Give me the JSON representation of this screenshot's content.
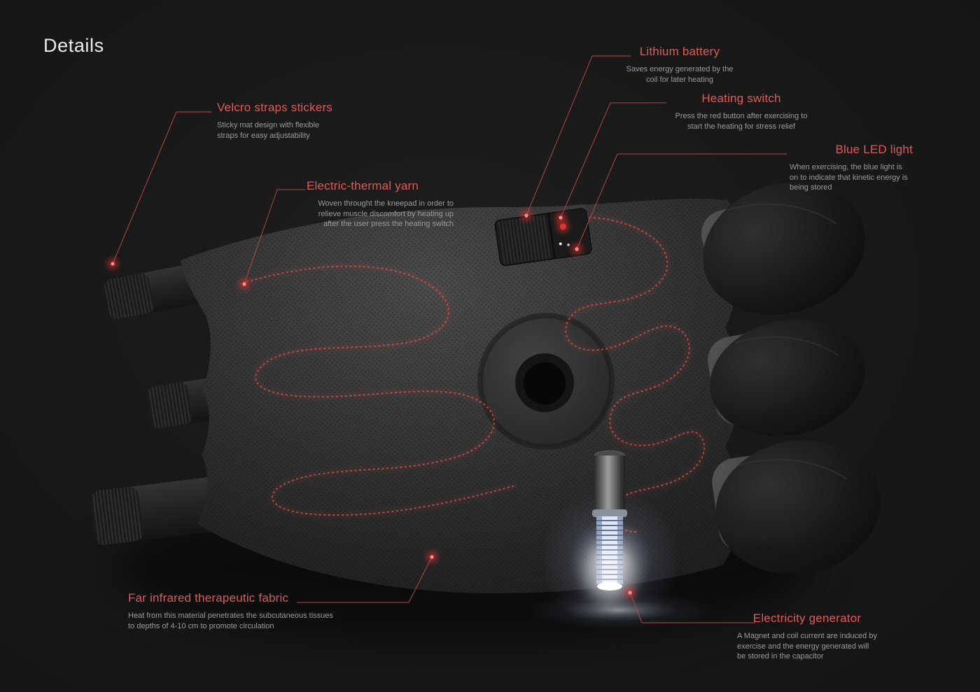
{
  "title": "Details",
  "colors": {
    "accent_red": "#de5a5a",
    "background": "#191919",
    "description_gray": "#9b9b9b",
    "glow_white": "#ffffff"
  },
  "annotations": {
    "velcro": {
      "label": "Velcro straps stickers",
      "description": "Sticky mat design with flexible straps for easy adjustability"
    },
    "yarn": {
      "label": "Electric-thermal yarn",
      "description": "Woven throught the kneepad in order to relieve muscle discomfort by heating up after the user press the heating switch"
    },
    "battery": {
      "label": "Lithium battery",
      "description": "Saves energy generated by the coil for later heating"
    },
    "switch": {
      "label": "Heating switch",
      "description": "Press the red button after exercising to start the heating for stress relief"
    },
    "led": {
      "label": "Blue LED light",
      "description": "When exercising, the blue light is on to indicate that kinetic energy is being stored"
    },
    "fabric": {
      "label": "Far infrared therapeutic fabric",
      "description": "Heat from this material penetrates the subcutaneous tissues to depths of 4-10 cm to promote circulation"
    },
    "generator": {
      "label": "Electricity generator",
      "description": "A Magnet and coil current are induced by exercise and the energy generated will be stored in the capacitor"
    }
  }
}
